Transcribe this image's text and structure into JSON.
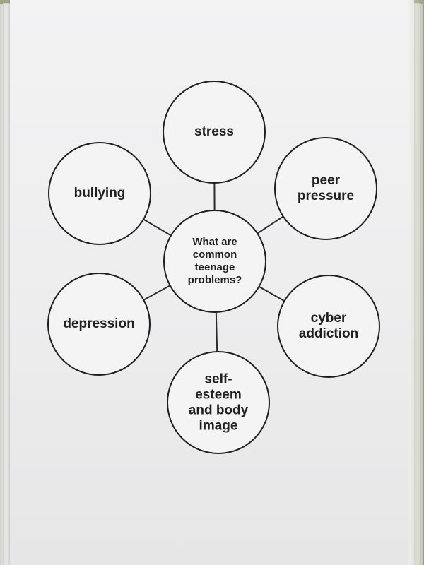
{
  "diagram": {
    "center": {
      "id": "center",
      "label": "What are\ncommon\nteenage\nproblems?"
    },
    "nodes": [
      {
        "id": "stress",
        "label": "stress"
      },
      {
        "id": "peer-pressure",
        "label": "peer\npressure"
      },
      {
        "id": "cyber-addiction",
        "label": "cyber\naddiction"
      },
      {
        "id": "self-esteem",
        "label": "self-\nesteem\nand body\nimage"
      },
      {
        "id": "depression",
        "label": "depression"
      },
      {
        "id": "bullying",
        "label": "bullying"
      }
    ],
    "edges": [
      {
        "from": "center",
        "to": "stress"
      },
      {
        "from": "center",
        "to": "peer-pressure"
      },
      {
        "from": "center",
        "to": "cyber-addiction"
      },
      {
        "from": "center",
        "to": "self-esteem"
      },
      {
        "from": "center",
        "to": "depression"
      },
      {
        "from": "center",
        "to": "bullying"
      }
    ]
  },
  "colors": {
    "ink": "#1e1e1e",
    "paper": "#f0f0f1",
    "background": "#9b9b80"
  }
}
